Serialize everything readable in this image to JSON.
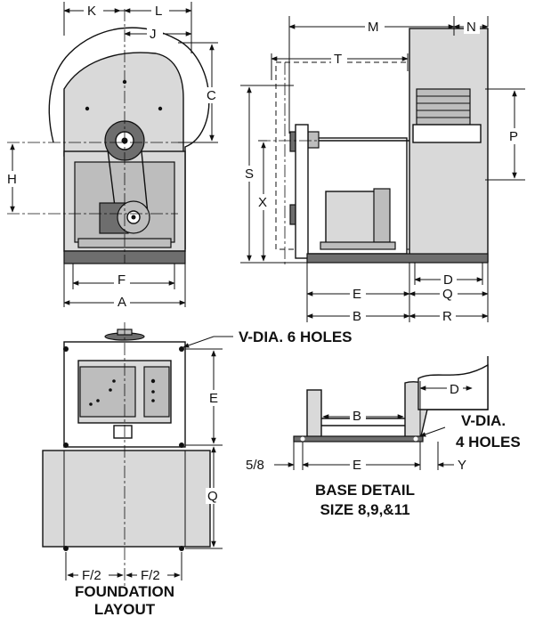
{
  "labels": {
    "K": "K",
    "L": "L",
    "J": "J",
    "C": "C",
    "H": "H",
    "F": "F",
    "A": "A",
    "M": "M",
    "N": "N",
    "T": "T",
    "P": "P",
    "S": "S",
    "X": "X",
    "D": "D",
    "E": "E",
    "Q": "Q",
    "B": "B",
    "R": "R",
    "F_half": "F/2",
    "five_eighths": "5/8",
    "Y": "Y"
  },
  "notes": {
    "v_dia_6_holes": "V-DIA. 6 HOLES",
    "v_dia_4_holes_line1": "V-DIA.",
    "v_dia_4_holes_line2": "4 HOLES",
    "base_detail_line1": "BASE DETAIL",
    "base_detail_line2": "SIZE 8,9,&11",
    "foundation_line1": "FOUNDATION",
    "foundation_line2": "LAYOUT"
  }
}
